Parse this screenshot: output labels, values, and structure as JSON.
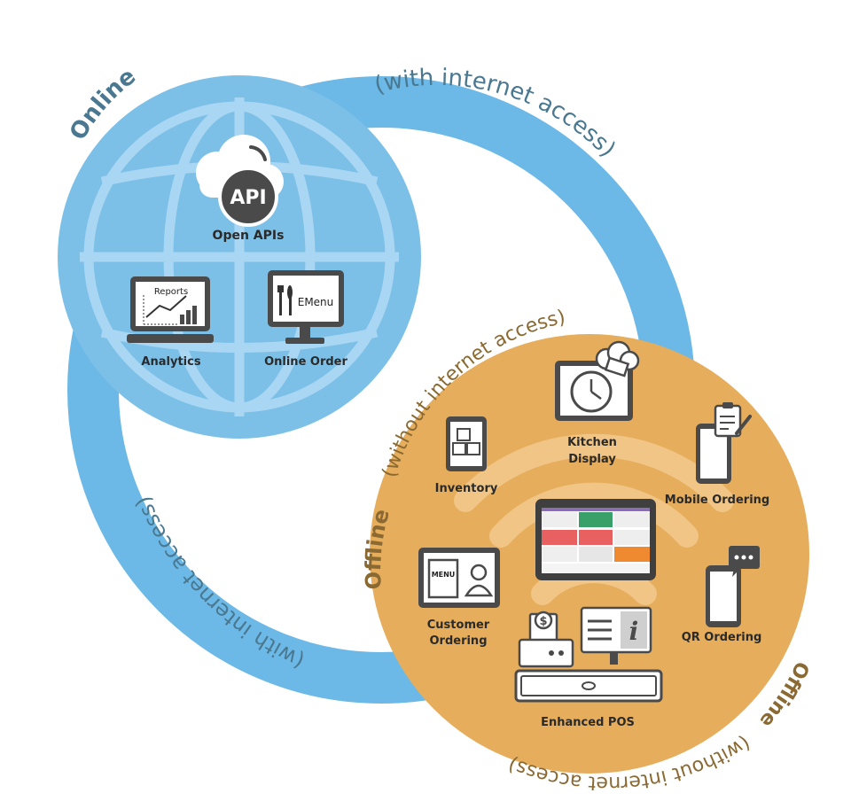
{
  "online": {
    "title": "Online",
    "subtitle": "(with internet access)",
    "subtitle_lower": "(with internet access)",
    "api_badge": "API",
    "open_apis_label": "Open APIs",
    "analytics_label": "Analytics",
    "analytics_screen_text": "Reports",
    "online_order_label": "Online Order",
    "online_order_screen_text": "EMenu"
  },
  "offline": {
    "title": "Offline",
    "subtitle": "(without internet access)",
    "title_lower": "Offline",
    "subtitle_lower": "(without internet access)",
    "kitchen_display_label_1": "Kitchen",
    "kitchen_display_label_2": "Display",
    "inventory_label": "Inventory",
    "mobile_ordering_label": "Mobile Ordering",
    "customer_ordering_label_1": "Customer",
    "customer_ordering_label_2": "Ordering",
    "menu_card_text": "MENU",
    "qr_ordering_label": "QR Ordering",
    "enhanced_pos_label": "Enhanced POS",
    "info_glyph": "i",
    "dollar_glyph": "$"
  },
  "colors": {
    "online_blue": "#7cc0e8",
    "ring_blue": "#6cb8e6",
    "globe_lines": "#a9d6f3",
    "offline_gold": "#e6ad5c",
    "wifi_arcs": "#f0c585",
    "device_dark": "#4a4a4a",
    "text_blue": "#4a7890",
    "text_gold": "#8a6a32"
  }
}
